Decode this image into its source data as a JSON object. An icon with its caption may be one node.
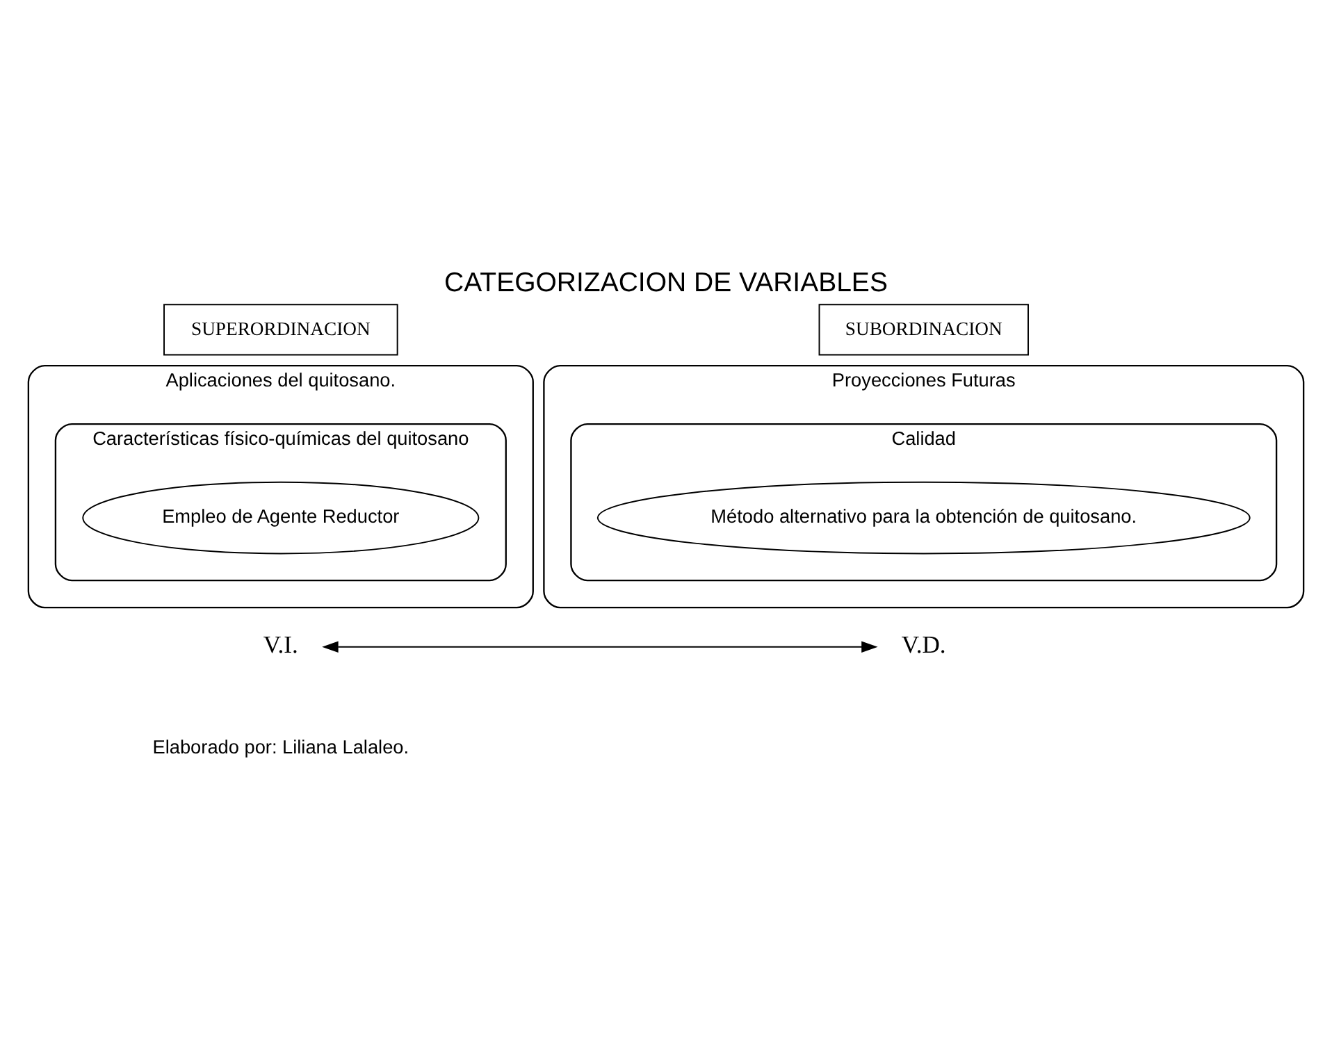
{
  "diagram": {
    "title": "CATEGORIZACION DE VARIABLES",
    "caption": "Elaborado por: Liliana Lalaleo.",
    "nodes": [
      {
        "text": [
          "SUPERORDINACION"
        ]
      },
      {
        "text": [
          "SUBORDINACION"
        ]
      },
      {
        "text": [
          "Aplicaciones del quitosano."
        ]
      },
      {
        "text": [
          "Características físico-químicas del quitosano"
        ],
        "in": 2
      },
      {
        "text": [
          "Empleo de Agente Reductor"
        ],
        "in": 3
      },
      {
        "text": [
          "Proyecciones Futuras"
        ]
      },
      {
        "text": [
          "Calidad"
        ],
        "in": 5
      },
      {
        "text": [
          "Método alternativo para la obtención de quitosano."
        ],
        "in": 6
      },
      {
        "text": [
          "V.I."
        ]
      },
      {
        "text": [
          "V.D."
        ]
      }
    ],
    "edges": [
      {
        "from": 8,
        "to": 9,
        "arrow": "both"
      }
    ]
  }
}
